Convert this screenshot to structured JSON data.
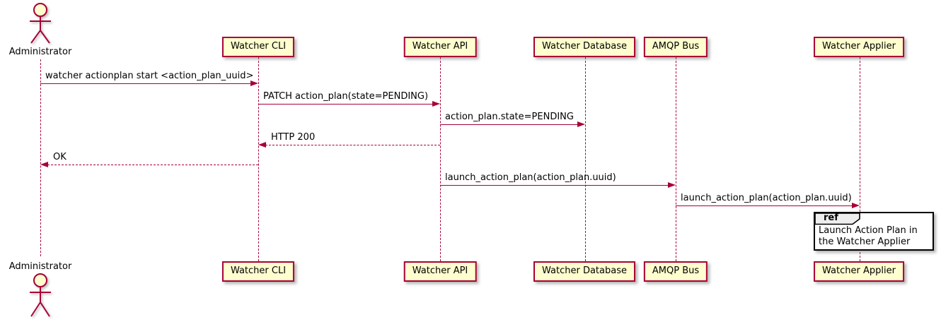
{
  "diagram": {
    "type": "uml-sequence",
    "actor": {
      "name": "Administrator"
    },
    "participants": [
      {
        "label": "Watcher CLI"
      },
      {
        "label": "Watcher API"
      },
      {
        "label": "Watcher Database"
      },
      {
        "label": "AMQP Bus"
      },
      {
        "label": "Watcher Applier"
      }
    ],
    "messages": [
      {
        "from": "Administrator",
        "to": "Watcher CLI",
        "label": "watcher actionplan start <action_plan_uuid>",
        "line": "solid",
        "direction": "right"
      },
      {
        "from": "Watcher CLI",
        "to": "Watcher API",
        "label": "PATCH action_plan(state=PENDING)",
        "line": "solid",
        "direction": "right"
      },
      {
        "from": "Watcher API",
        "to": "Watcher Database",
        "label": "action_plan.state=PENDING",
        "line": "solid",
        "direction": "right"
      },
      {
        "from": "Watcher API",
        "to": "Watcher CLI",
        "label": "HTTP 200",
        "line": "dashed",
        "direction": "left"
      },
      {
        "from": "Watcher CLI",
        "to": "Administrator",
        "label": "OK",
        "line": "dashed",
        "direction": "left"
      },
      {
        "from": "Watcher API",
        "to": "AMQP Bus",
        "label": "launch_action_plan(action_plan.uuid)",
        "line": "solid",
        "direction": "right"
      },
      {
        "from": "AMQP Bus",
        "to": "Watcher Applier",
        "label": "launch_action_plan(action_plan.uuid)",
        "line": "solid",
        "direction": "right"
      }
    ],
    "ref": {
      "keyword": "ref",
      "text": "Launch Action Plan in the Watcher Applier"
    },
    "colors": {
      "background": "#FFFFFF",
      "participant_fill": "#FEFECE",
      "line": "#A80036",
      "text": "#000000",
      "ref_border": "#000000",
      "ref_header_fill": "#EEEEEE"
    }
  }
}
